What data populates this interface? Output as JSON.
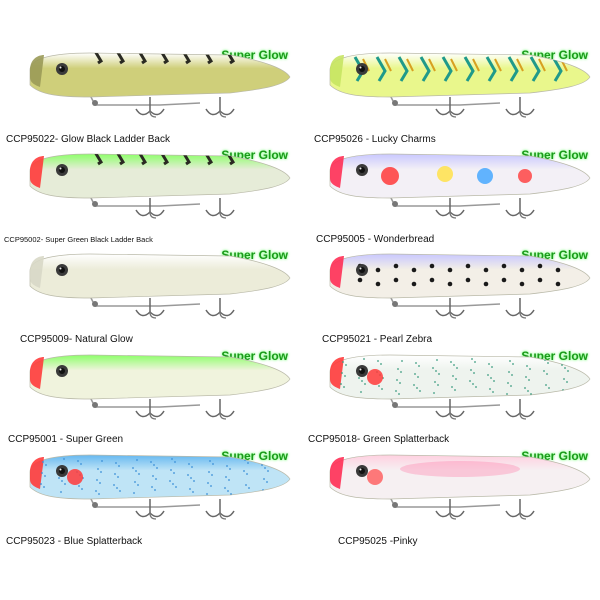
{
  "badge_text": "Super Glow",
  "lures": [
    {
      "code": "CCP95022",
      "caption": "CCP95022- Glow Black Ladder Back",
      "body_color": "#cfcf7a",
      "nose_color": "#9a9a56",
      "pattern": "ladder",
      "pattern_color": "#2a2a22"
    },
    {
      "code": "CCP95026",
      "caption": "CCP95026 - Lucky Charms",
      "body_color": "#e9f78c",
      "nose_color": "#c6e462",
      "pattern": "charms",
      "pattern_color": "#1f9a8a"
    },
    {
      "code": "CCP95002",
      "caption": "CCP95002- Super Green Black Ladder Back",
      "body_color": "#e6ecd8",
      "nose_color": "#ff3b3b",
      "pattern": "ladder-green",
      "pattern_color": "#2a2a22"
    },
    {
      "code": "CCP95005",
      "caption": "CCP95005 - Wonderbread",
      "body_color": "#f3f0f6",
      "nose_color": "#ff2f55",
      "pattern": "dots-color",
      "pattern_color": "#ff3a3a"
    },
    {
      "code": "CCP95009",
      "caption": "CCP95009- Natural Glow",
      "body_color": "#ececd9",
      "nose_color": "#d8d8c6",
      "pattern": "none",
      "pattern_color": "#cccccc"
    },
    {
      "code": "CCP95021",
      "caption": "CCP95021 - Pearl Zebra",
      "body_color": "#f3efe7",
      "nose_color": "#ff2f55",
      "pattern": "zebra",
      "pattern_color": "#1a1a1a"
    },
    {
      "code": "CCP95001",
      "caption": "CCP95001 - Super Green",
      "body_color": "#f0f3dd",
      "nose_color": "#ff3b3b",
      "pattern": "green-top",
      "pattern_color": "#7dff5a"
    },
    {
      "code": "CCP95018",
      "caption": "CCP95018- Green Splatterback",
      "body_color": "#eef3ee",
      "nose_color": "#ff3b3b",
      "pattern": "splatter-green",
      "pattern_color": "#3c9c80"
    },
    {
      "code": "CCP95023",
      "caption": "CCP95023 - Blue Splatterback",
      "body_color": "#bfe4f6",
      "nose_color": "#ff3b3b",
      "pattern": "splatter-blue",
      "pattern_color": "#3a8fd8"
    },
    {
      "code": "CCP95025",
      "caption": "CCP95025 -Pinky",
      "body_color": "#f6f0f2",
      "nose_color": "#ff2f55",
      "pattern": "pink",
      "pattern_color": "#ff7aa8"
    }
  ]
}
